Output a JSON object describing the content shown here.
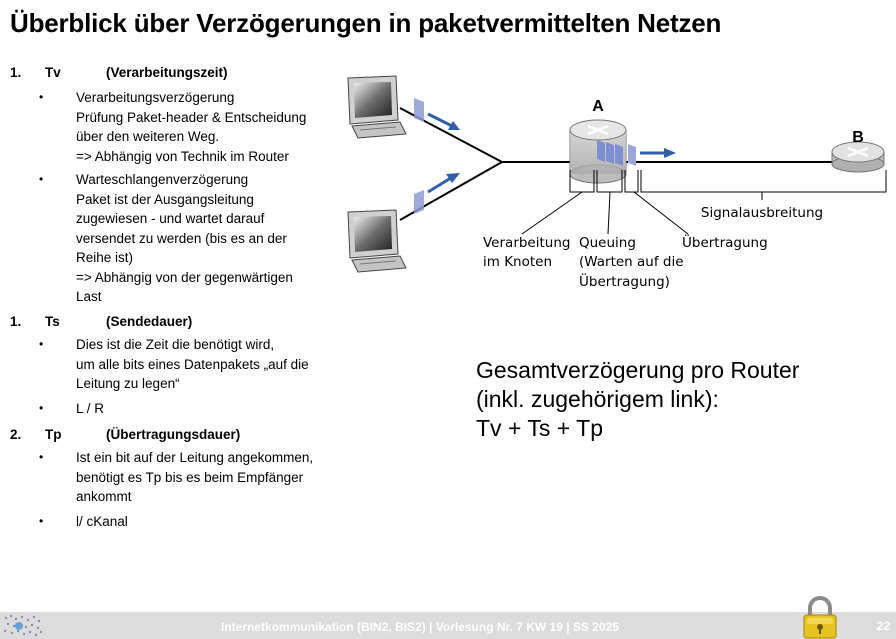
{
  "slide": {
    "title": "Überblick über Verzögerungen in paketvermittelten Netzen",
    "sections": [
      {
        "number": "1.",
        "abbr": "Tv",
        "label": "(Verarbeitungszeit)",
        "bullets": [
          {
            "lines": [
              "Verarbeitungsverzögerung",
              "Prüfung Paket-header & Entscheidung",
              "über den weiteren Weg.",
              "=> Abhängig von Technik im Router"
            ]
          },
          {
            "lines": [
              "Warteschlangenverzögerung",
              "Paket ist der Ausgangsleitung",
              "zugewiesen - und wartet darauf",
              "versendet zu werden (bis es an der",
              "Reihe ist)",
              "=> Abhängig von der gegenwärtigen",
              "Last"
            ]
          }
        ]
      },
      {
        "number": "1.",
        "abbr": "Ts",
        "label": "(Sendedauer)",
        "bullets": [
          {
            "lines": [
              "Dies ist die Zeit die benötigt wird,",
              "um alle bits eines Datenpakets „auf die",
              "Leitung zu legen“"
            ]
          },
          {
            "lines": [
              "L / R"
            ]
          }
        ]
      },
      {
        "number": "2.",
        "abbr": "Tp",
        "label": "(Übertragungsdauer)",
        "bullets": [
          {
            "lines": [
              "Ist ein bit auf der Leitung angekommen,",
              "benötigt es Tp bis es beim Empfänger",
              "ankommt"
            ]
          },
          {
            "lines": [
              "l/ cKanal"
            ]
          }
        ]
      }
    ],
    "bullet_char": "•",
    "total": {
      "lines": [
        "Gesamtverzögerung pro Router",
        "(inkl. zugehörigem link):",
        "Tv + Ts + Tp"
      ]
    }
  },
  "diagram": {
    "router_a": "A",
    "router_b": "B",
    "signal": "Signalausbreitung",
    "processing": [
      "Verarbeitung",
      "im Knoten"
    ],
    "queuing": [
      "Queuing",
      "(Warten auf die",
      "Übertragung)"
    ],
    "transmission": "Übertragung"
  },
  "footer": {
    "text": "Internetkommunikation (BIN2, BIS2) | Vorlesung Nr. 7 KW 19 | SS 2025",
    "page": "22"
  },
  "icons": {
    "logo": "university-logo",
    "lock": "padlock-icon",
    "computer": "computer-icon",
    "router": "router-icon"
  },
  "colors": {
    "footer_bg": "#dcdcdc",
    "packet": "#7f8fd0",
    "arrow": "#2f5fa8"
  }
}
